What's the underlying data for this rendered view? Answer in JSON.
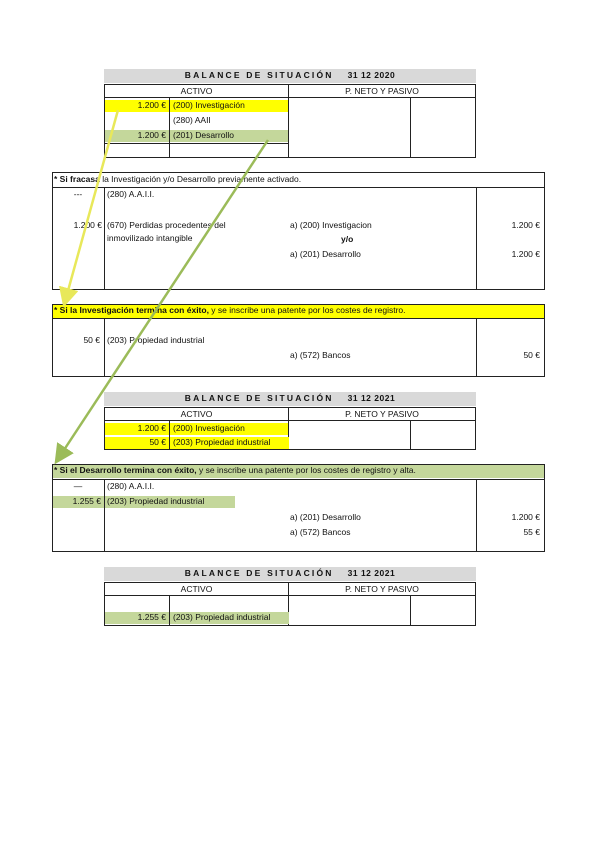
{
  "balance1": {
    "title": "BALANCE DE SITUACIÓN",
    "date": "31 12 2020",
    "col_left": "ACTIVO",
    "col_right": "P. NETO Y PASIVO",
    "rows": [
      {
        "amount": "1.200 €",
        "label": "(200) Investigación"
      },
      {
        "amount": "",
        "label": "(280) AAII"
      },
      {
        "amount": "1.200 €",
        "label": "(201) Desarrollo"
      }
    ]
  },
  "case_fail": {
    "heading_bold": "* Si fracasa",
    "heading_rest": " la Investigación  y/o Desarrollo previamente activado.",
    "r1_amount": "---",
    "r1_label": "(280) A.A.I.I.",
    "r2_amount": "1.200 €",
    "r2_label_1": "(670) Perdidas procedentes del",
    "r2_label_2": "inmovilizado intangible",
    "credit1": "a) (200) Investigacion",
    "credit1_amount": "1.200 €",
    "yo": "y/o",
    "credit2": "a) (201) Desarrollo",
    "credit2_amount": "1.200 €"
  },
  "case_inv": {
    "heading_bold": "* Si la Investigación termina con éxito,",
    "heading_rest": " y se inscribe una patente por los costes de registro.",
    "amount": "50 €",
    "label": "(203) Propiedad industrial",
    "credit": "a) (572) Bancos",
    "credit_amount": "50 €"
  },
  "balance2": {
    "title": "BALANCE DE SITUACIÓN",
    "date": "31 12 2021",
    "col_left": "ACTIVO",
    "col_right": "P. NETO Y PASIVO",
    "rows": [
      {
        "amount": "1.200 €",
        "label": "(200) Investigación"
      },
      {
        "amount": "50 €",
        "label": "(203) Propiedad industrial"
      }
    ]
  },
  "case_des": {
    "heading_bold": "* Si el  Desarrollo termina con éxito,",
    "heading_rest": " y se inscribe una patente por los costes de registro y alta.",
    "r1_amount": "—",
    "r1_label": "(280) A.A.I.I.",
    "r2_amount": "1.255 €",
    "r2_label": "(203) Propiedad industrial",
    "credit1": "a) (201) Desarrollo",
    "credit1_amount": "1.200 €",
    "credit2": "a) (572) Bancos",
    "credit2_amount": "55 €"
  },
  "balance3": {
    "title": "BALANCE DE SITUACIÓN",
    "date": "31 12 2021",
    "col_left": "ACTIVO",
    "col_right": "P. NETO Y PASIVO",
    "rows": [
      {
        "amount": "1.255 €",
        "label": "(203) Propiedad industrial"
      }
    ]
  },
  "colors": {
    "yellow": "#ffff00",
    "green": "#c4d79b",
    "arrow_yellow": "#e8e85a",
    "arrow_green": "#9bbb59"
  }
}
